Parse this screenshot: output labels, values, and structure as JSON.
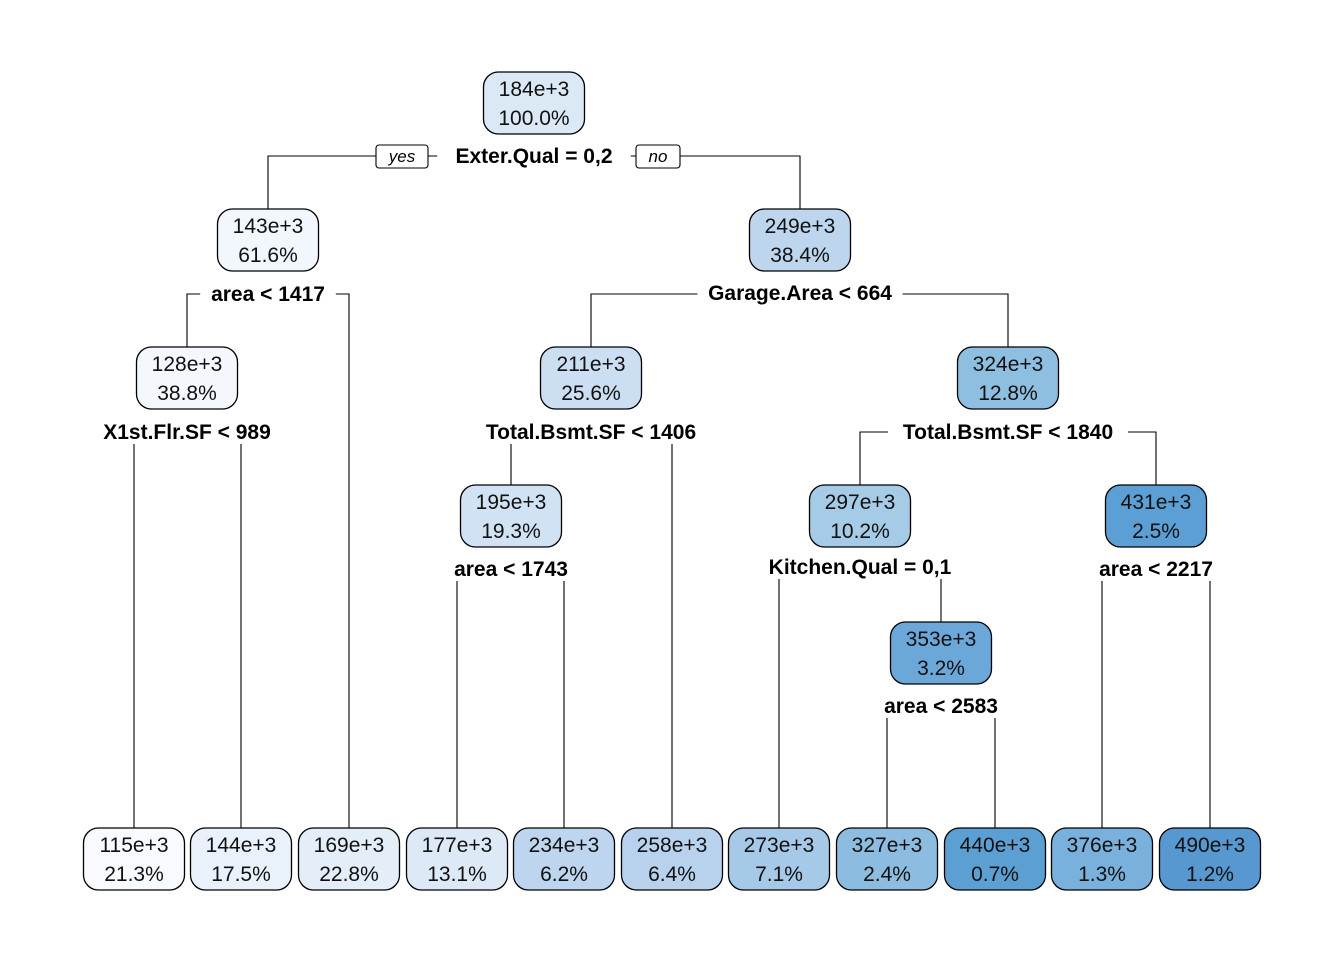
{
  "branch_labels": {
    "yes": "yes",
    "no": "no"
  },
  "nodes": [
    {
      "id": "n1",
      "value": "184e+3",
      "percent": "100.0%",
      "color": "#dbe8f6"
    },
    {
      "id": "n2",
      "value": "143e+3",
      "percent": "61.6%",
      "color": "#f2f7fd"
    },
    {
      "id": "n3",
      "value": "249e+3",
      "percent": "38.4%",
      "color": "#bdd6ee"
    },
    {
      "id": "n4",
      "value": "128e+3",
      "percent": "38.8%",
      "color": "#f4f8fd"
    },
    {
      "id": "n5",
      "value": "211e+3",
      "percent": "25.6%",
      "color": "#cbdef2"
    },
    {
      "id": "n6",
      "value": "324e+3",
      "percent": "12.8%",
      "color": "#8ebfe0"
    },
    {
      "id": "n7",
      "value": "195e+3",
      "percent": "19.3%",
      "color": "#d1e2f4"
    },
    {
      "id": "n8",
      "value": "297e+3",
      "percent": "10.2%",
      "color": "#a6cbe6"
    },
    {
      "id": "n9",
      "value": "431e+3",
      "percent": "2.5%",
      "color": "#5b9fd4"
    },
    {
      "id": "n10",
      "value": "353e+3",
      "percent": "3.2%",
      "color": "#6ba8d9"
    },
    {
      "id": "l1",
      "value": "115e+3",
      "percent": "21.3%",
      "color": "#f7fbff"
    },
    {
      "id": "l2",
      "value": "144e+3",
      "percent": "17.5%",
      "color": "#e9f1fb"
    },
    {
      "id": "l3",
      "value": "169e+3",
      "percent": "22.8%",
      "color": "#e3eef9"
    },
    {
      "id": "l4",
      "value": "177e+3",
      "percent": "13.1%",
      "color": "#dde9f7"
    },
    {
      "id": "l5",
      "value": "234e+3",
      "percent": "6.2%",
      "color": "#bdd5ee"
    },
    {
      "id": "l6",
      "value": "258e+3",
      "percent": "6.4%",
      "color": "#b8d2ee"
    },
    {
      "id": "l7",
      "value": "273e+3",
      "percent": "7.1%",
      "color": "#a5c9e7"
    },
    {
      "id": "l8",
      "value": "327e+3",
      "percent": "2.4%",
      "color": "#8cbde0"
    },
    {
      "id": "l9",
      "value": "440e+3",
      "percent": "0.7%",
      "color": "#5c9fd3"
    },
    {
      "id": "l10",
      "value": "376e+3",
      "percent": "1.3%",
      "color": "#79b1dc"
    },
    {
      "id": "l11",
      "value": "490e+3",
      "percent": "1.2%",
      "color": "#5698cf"
    }
  ],
  "splits": [
    {
      "id": "s1",
      "label": "Exter.Qual = 0,2"
    },
    {
      "id": "s2",
      "label": "area < 1417"
    },
    {
      "id": "s3",
      "label": "Garage.Area < 664"
    },
    {
      "id": "s4",
      "label": "X1st.Flr.SF < 989"
    },
    {
      "id": "s5",
      "label": "Total.Bsmt.SF < 1406"
    },
    {
      "id": "s6",
      "label": "Total.Bsmt.SF < 1840"
    },
    {
      "id": "s7",
      "label": "area < 1743"
    },
    {
      "id": "s8",
      "label": "Kitchen.Qual = 0,1"
    },
    {
      "id": "s9",
      "label": "area < 2217"
    },
    {
      "id": "s10",
      "label": "area < 2583"
    }
  ]
}
